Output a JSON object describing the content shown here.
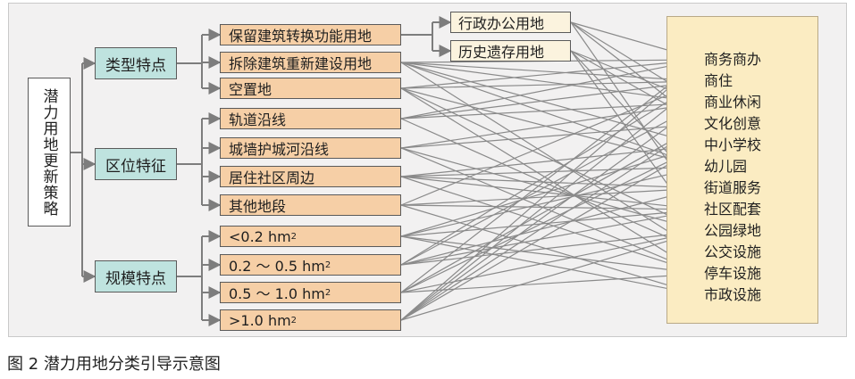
{
  "root": {
    "label": "潜力用地更新策略"
  },
  "categories": [
    {
      "id": "type",
      "label": "类型特点"
    },
    {
      "id": "loc",
      "label": "区位特征"
    },
    {
      "id": "scale",
      "label": "规模特点"
    }
  ],
  "items": [
    {
      "id": "keep",
      "label": "保留建筑转换功能用地"
    },
    {
      "id": "demo",
      "label": "拆除建筑重新建设用地"
    },
    {
      "id": "vacant",
      "label": "空置地"
    },
    {
      "id": "rail",
      "label": "轨道沿线"
    },
    {
      "id": "wall",
      "label": "城墙护城河沿线"
    },
    {
      "id": "resid",
      "label": "居住社区周边"
    },
    {
      "id": "other",
      "label": "其他地段"
    },
    {
      "id": "s1",
      "label": "<0.2 hm",
      "sup": "2"
    },
    {
      "id": "s2",
      "label": "0.2 ～ 0.5 hm",
      "sup": "2"
    },
    {
      "id": "s3",
      "label": "0.5 ～ 1.0 hm",
      "sup": "2"
    },
    {
      "id": "s4",
      "label": ">1.0 hm",
      "sup": "2"
    }
  ],
  "subitems": [
    {
      "id": "admin",
      "label": "行政办公用地"
    },
    {
      "id": "hist",
      "label": "历史遗存用地"
    }
  ],
  "functions": [
    {
      "id": "f1",
      "label": "商务商办"
    },
    {
      "id": "f2",
      "label": "商住"
    },
    {
      "id": "f3",
      "label": "商业休闲"
    },
    {
      "id": "f4",
      "label": "文化创意"
    },
    {
      "id": "f5",
      "label": "中小学校"
    },
    {
      "id": "f6",
      "label": "幼儿园"
    },
    {
      "id": "f7",
      "label": "街道服务"
    },
    {
      "id": "f8",
      "label": "社区配套"
    },
    {
      "id": "f9",
      "label": "公园绿地"
    },
    {
      "id": "f10",
      "label": "公交设施"
    },
    {
      "id": "f11",
      "label": "停车设施"
    },
    {
      "id": "f12",
      "label": "市政设施"
    }
  ],
  "caption": "图 2  潜力用地分类引导示意图",
  "colors": {
    "root_bg": "#ffffff",
    "category_bg": "#bfe3df",
    "item_bg": "#f6cfa6",
    "subitem_bg": "#fbf3de",
    "function_panel_bg": "#fbecc2",
    "line": "#7d7d7d"
  }
}
